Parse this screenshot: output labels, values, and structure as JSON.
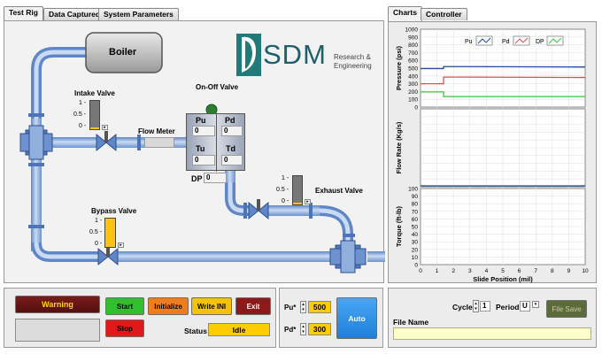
{
  "left_tabs": [
    "Test Rig",
    "Data Captured",
    "System Parameters"
  ],
  "right_tabs": [
    "Charts",
    "Controller"
  ],
  "rig": {
    "boiler_label": "Boiler",
    "logo_text": "SDM",
    "logo_sub1": "Research &",
    "logo_sub2": "Engineering",
    "intake_valve_label": "Intake Valve",
    "onoff_valve_label": "On-Off Valve",
    "flow_meter_label": "Flow Meter",
    "bypass_valve_label": "Bypass Valve",
    "exhaust_valve_label": "Exhaust Valve",
    "scale_1": "1",
    "scale_05": "0.5",
    "scale_0": "0",
    "scale_1_dash": "1 -",
    "scale_05_dash": "0.5 -",
    "scale_0_dash": "0 -",
    "intake_level": 0.0,
    "bypass_level": 1.0,
    "exhaust_level": 0.0,
    "pu_label": "Pu",
    "pu_value": "0",
    "pd_label": "Pd",
    "pd_value": "0",
    "tu_label": "Tu",
    "tu_value": "0",
    "td_label": "Td",
    "td_value": "0",
    "dp_label": "DP",
    "dp_value": "0",
    "flow_value": ""
  },
  "controls": {
    "warning_label": "Warning",
    "start_label": "Start",
    "initialize_label": "Initialize",
    "write_ini_label": "Write INI",
    "exit_label": "Exit",
    "stop_label": "Stop",
    "status_label": "Status",
    "status_value": "Idle",
    "pu_star_label": "Pu*",
    "pu_star_value": "500",
    "pd_star_label": "Pd*",
    "pd_star_value": "300",
    "auto_label": "Auto"
  },
  "file": {
    "cycle_label": "Cycle",
    "cycle_value": "1",
    "period_label": "Period",
    "period_value": "U",
    "file_save_label": "File Save",
    "file_name_label": "File Name",
    "file_name_value": ""
  },
  "colors": {
    "pu": "#1f4e9a",
    "pd": "#e05050",
    "dp": "#3cc43c",
    "pipe": "#8fb0de",
    "start": "#2fbf2f",
    "stop": "#e01818",
    "initialize": "#f07c1a",
    "write_ini": "#f5c400",
    "exit": "#8c1a1a",
    "warning": "#6a1414",
    "auto": "#2f8fe8",
    "status": "#ffcc00"
  },
  "chart_data": [
    {
      "type": "line",
      "ylabel": "Pressure (psi)",
      "ylim": [
        0,
        1000
      ],
      "yticks": [
        "1000",
        "900",
        "800",
        "700",
        "600",
        "500",
        "400",
        "300",
        "200",
        "100",
        "0"
      ],
      "legend": "top-right",
      "grid": true,
      "series": [
        {
          "name": "Pu",
          "x": [
            0,
            1.4,
            1.4,
            2.8,
            10
          ],
          "values": [
            495,
            495,
            520,
            520,
            515
          ]
        },
        {
          "name": "Pd",
          "x": [
            0,
            1.4,
            1.4,
            2.8,
            10
          ],
          "values": [
            300,
            300,
            385,
            385,
            380
          ]
        },
        {
          "name": "DP",
          "x": [
            0,
            1.4,
            1.4,
            2.8,
            10
          ],
          "values": [
            195,
            195,
            135,
            135,
            135
          ]
        }
      ]
    },
    {
      "type": "line",
      "ylabel": "Flow Rate (Kg/s)",
      "grid": true,
      "series": [
        {
          "x": [
            0,
            10
          ],
          "values": [
            0,
            0
          ]
        }
      ]
    },
    {
      "type": "line",
      "ylabel": "Torque (ft-lb)",
      "xlabel": "Slide Position (mil)",
      "ylim": [
        0,
        100
      ],
      "xlim": [
        0,
        10
      ],
      "yticks": [
        "100",
        "90",
        "80",
        "70",
        "60",
        "50",
        "40",
        "30",
        "20",
        "10",
        "0"
      ],
      "xticks": [
        "0",
        "1",
        "2",
        "3",
        "4",
        "5",
        "6",
        "7",
        "8",
        "9",
        "10"
      ],
      "grid": true,
      "series": []
    }
  ]
}
